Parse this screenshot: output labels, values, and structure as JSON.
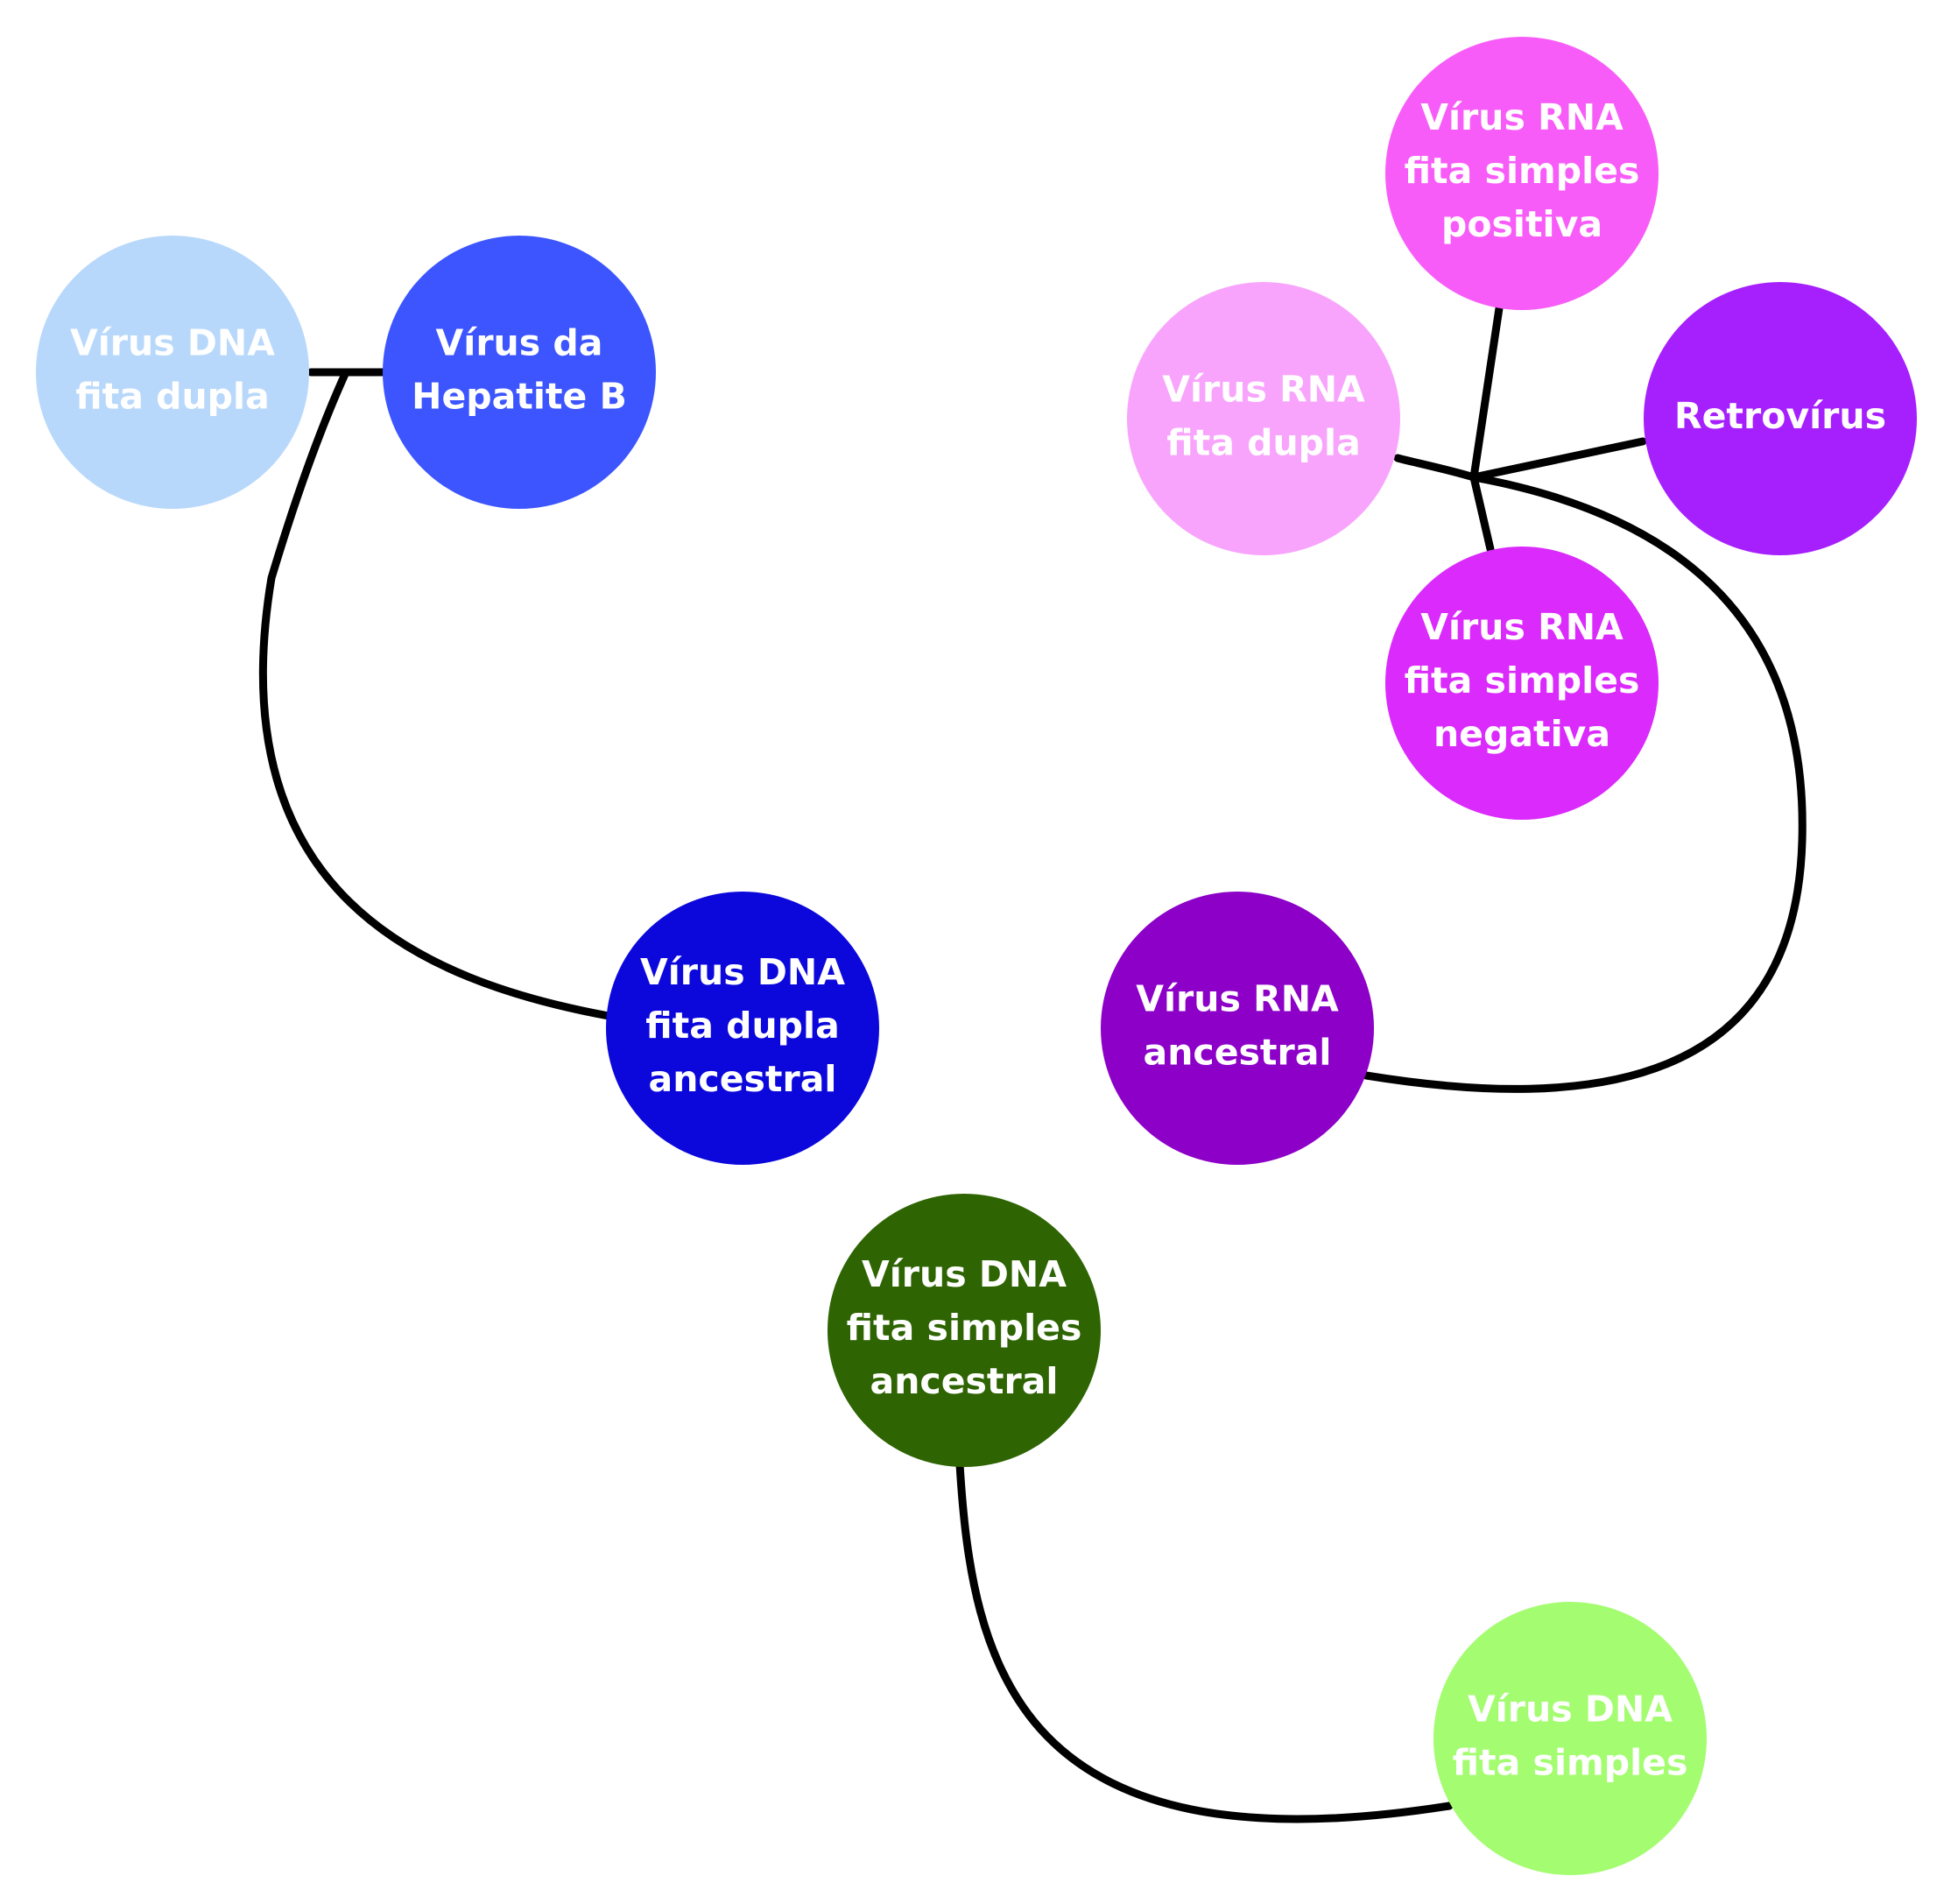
{
  "diagram": {
    "nodes": [
      {
        "id": "dna-fita-dupla",
        "lines": [
          "Vírus DNA",
          "fita dupla"
        ],
        "color": "#b8d8fb"
      },
      {
        "id": "hepatite-b",
        "lines": [
          "Vírus da",
          "Hepatite B"
        ],
        "color": "#3c55fe"
      },
      {
        "id": "dna-fita-dupla-ancestral",
        "lines": [
          "Vírus DNA",
          "fita dupla",
          "ancestral"
        ],
        "color": "#0c08db"
      },
      {
        "id": "rna-fita-simples-positiva",
        "lines": [
          "Vírus RNA",
          "fita simples",
          "positiva"
        ],
        "color": "#f85cf8"
      },
      {
        "id": "rna-fita-dupla",
        "lines": [
          "Vírus RNA",
          "fita dupla"
        ],
        "color": "#f8a4fc"
      },
      {
        "id": "retrovirus",
        "lines": [
          "Retrovírus"
        ],
        "color": "#a620fe"
      },
      {
        "id": "rna-fita-simples-negativa",
        "lines": [
          "Vírus RNA",
          "fita simples",
          "negativa"
        ],
        "color": "#da2afc"
      },
      {
        "id": "rna-ancestral",
        "lines": [
          "Vírus RNA",
          "ancestral"
        ],
        "color": "#8c00c8"
      },
      {
        "id": "dna-fita-simples-ancestral",
        "lines": [
          "Vírus DNA",
          "fita simples",
          "ancestral"
        ],
        "color": "#2e6402"
      },
      {
        "id": "dna-fita-simples",
        "lines": [
          "Vírus DNA",
          "fita simples"
        ],
        "color": "#a4fc70"
      }
    ],
    "edges": [
      {
        "from": "dna-fita-dupla-ancestral",
        "to": "dna-fita-dupla"
      },
      {
        "from": "dna-fita-dupla-ancestral",
        "to": "hepatite-b"
      },
      {
        "from": "rna-ancestral",
        "to": "rna-fita-dupla"
      },
      {
        "from": "rna-ancestral",
        "to": "rna-fita-simples-positiva"
      },
      {
        "from": "rna-ancestral",
        "to": "rna-fita-simples-negativa"
      },
      {
        "from": "rna-ancestral",
        "to": "retrovirus"
      },
      {
        "from": "dna-fita-simples-ancestral",
        "to": "dna-fita-simples"
      }
    ]
  }
}
